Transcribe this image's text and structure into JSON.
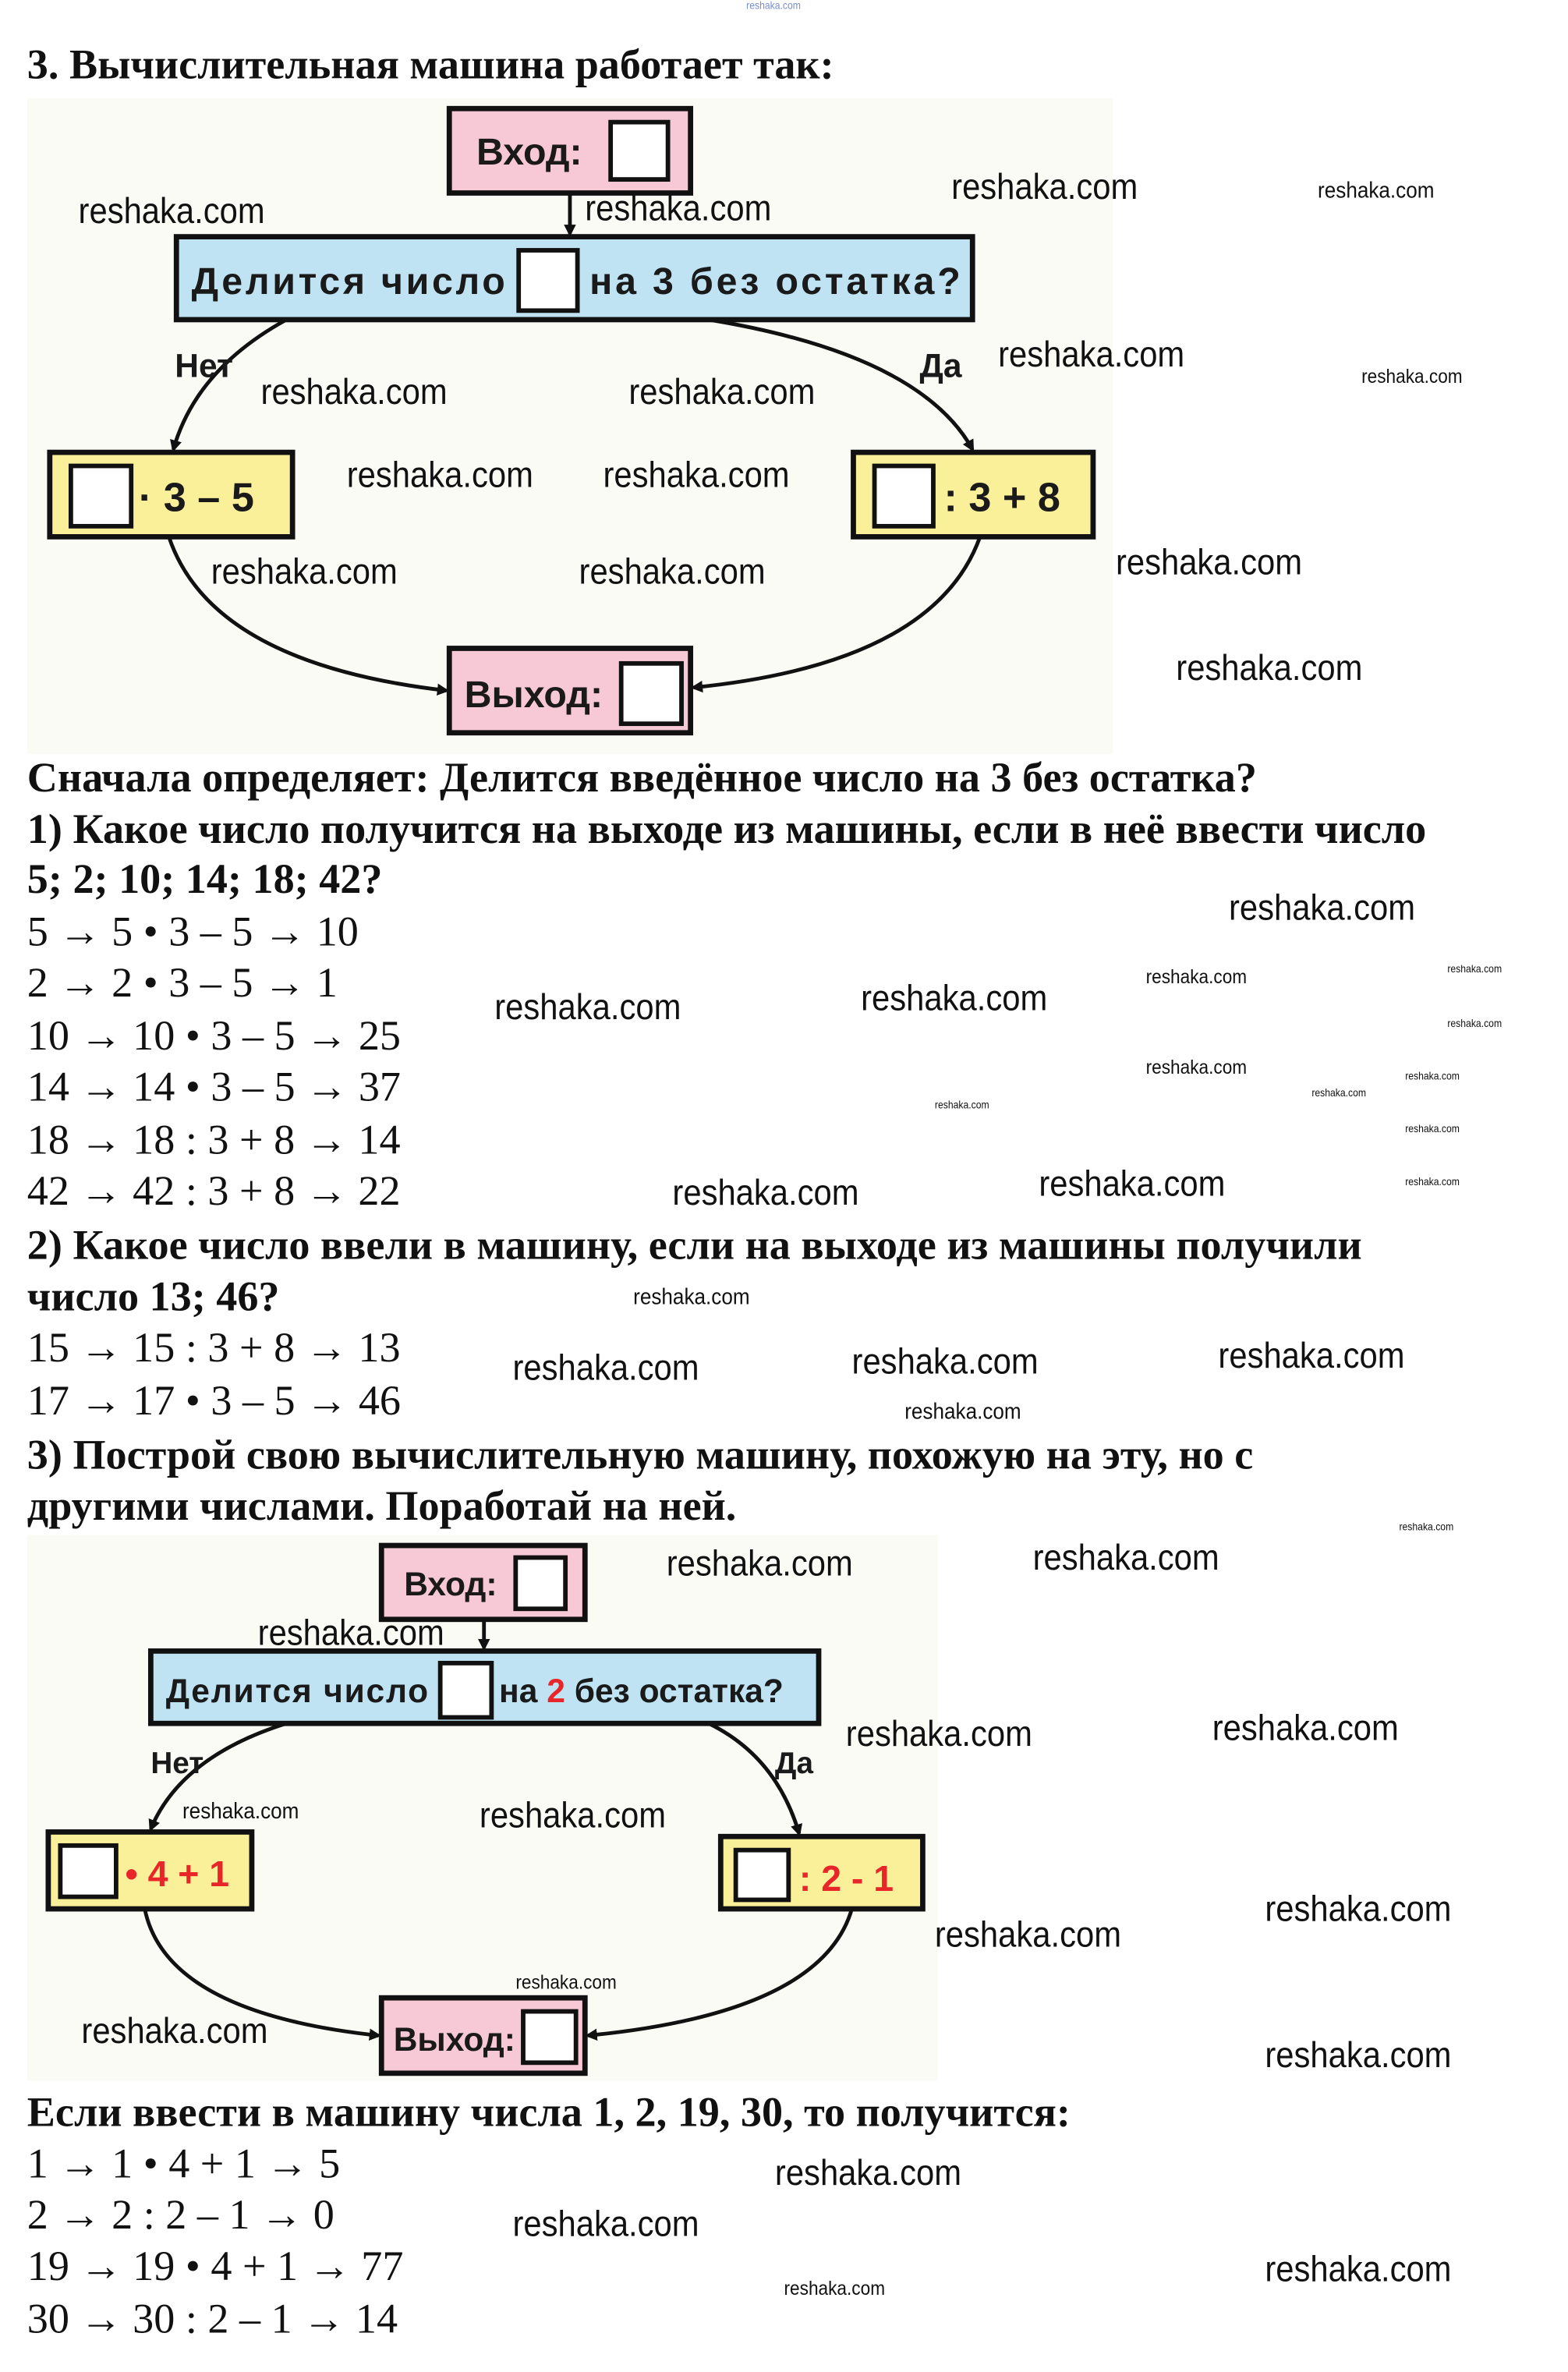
{
  "watermark": "reshaka.com",
  "task_title": "3. Вычислительная машина работает так:",
  "diagram1": {
    "input_label": "Вход:",
    "question_left": "Делится число",
    "question_right": "на 3 без остатка?",
    "no_label": "Нет",
    "yes_label": "Да",
    "no_operation": "· 3 – 5",
    "yes_operation": ": 3 + 8",
    "output_label": "Выход:",
    "colors": {
      "input_output": "#f7c8d6",
      "question": "#bfe3f2",
      "operation": "#fbf09a"
    }
  },
  "intro": "Сначала определяет: Делится введённое число на 3 без остатка?",
  "q1": [
    "1) Какое число получится на выходе из машины, если в неё ввести число",
    "5; 2; 10; 14; 18; 42?"
  ],
  "a1": [
    "5 → 5 • 3 – 5 → 10",
    "2 → 2 • 3 – 5 → 1",
    "10 → 10 • 3 – 5 → 25",
    "14 → 14 • 3 – 5 → 37",
    "18 → 18 : 3 + 8 → 14",
    "42 → 42 : 3 + 8 → 22"
  ],
  "q2": [
    "2) Какое число ввели в машину, если на выходе из машины получили",
    "число 13; 46?"
  ],
  "a2": [
    "15 → 15 : 3 + 8 → 13",
    "17 → 17 • 3 – 5 → 46"
  ],
  "q3": [
    "3) Построй свою вычислительную машину, похожую на эту, но с",
    "другими числами. Поработай на ней."
  ],
  "diagram2": {
    "input_label": "Вход:",
    "question_left": "Делится число",
    "question_mid": "на ",
    "question_divisor": "2",
    "question_right": " без остатка?",
    "no_label": "Нет",
    "yes_label": "Да",
    "no_operation": "• 4 + 1",
    "yes_operation": ": 2 - 1",
    "output_label": "Выход:",
    "accent": "#e8262a"
  },
  "result_intro": "Если ввести в машину числа 1, 2, 19, 30, то получится:",
  "a3": [
    "1 → 1 • 4 + 1 → 5",
    "2 → 2 : 2 – 1 → 0",
    "19 → 19 • 4 + 1 → 77",
    "30 → 30 : 2 – 1 → 14"
  ]
}
